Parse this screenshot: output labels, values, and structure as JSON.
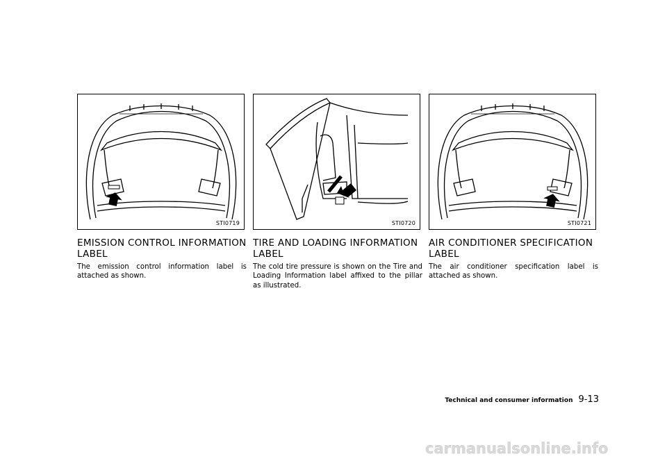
{
  "figures": [
    {
      "code": "STI0719",
      "subject": "hood-open-emission-label"
    },
    {
      "code": "STI0720",
      "subject": "door-pillar-tire-label"
    },
    {
      "code": "STI0721",
      "subject": "hood-open-ac-label"
    }
  ],
  "sections": [
    {
      "title": "EMISSION CONTROL INFORMATION LABEL",
      "body": "The emission control information label is attached as shown."
    },
    {
      "title": "TIRE AND LOADING INFORMATION LABEL",
      "body": "The cold tire pressure is shown on the Tire and Loading Information label affixed to the pillar as illustrated."
    },
    {
      "title": "AIR CONDITIONER SPECIFICATION LABEL",
      "body": "The air conditioner specification label is attached as shown."
    }
  ],
  "footer": {
    "section_name": "Technical and consumer information",
    "page_number": "9-13"
  },
  "watermark": {
    "text": "carmanualsonline.info",
    "color": "#d9d9d9"
  }
}
